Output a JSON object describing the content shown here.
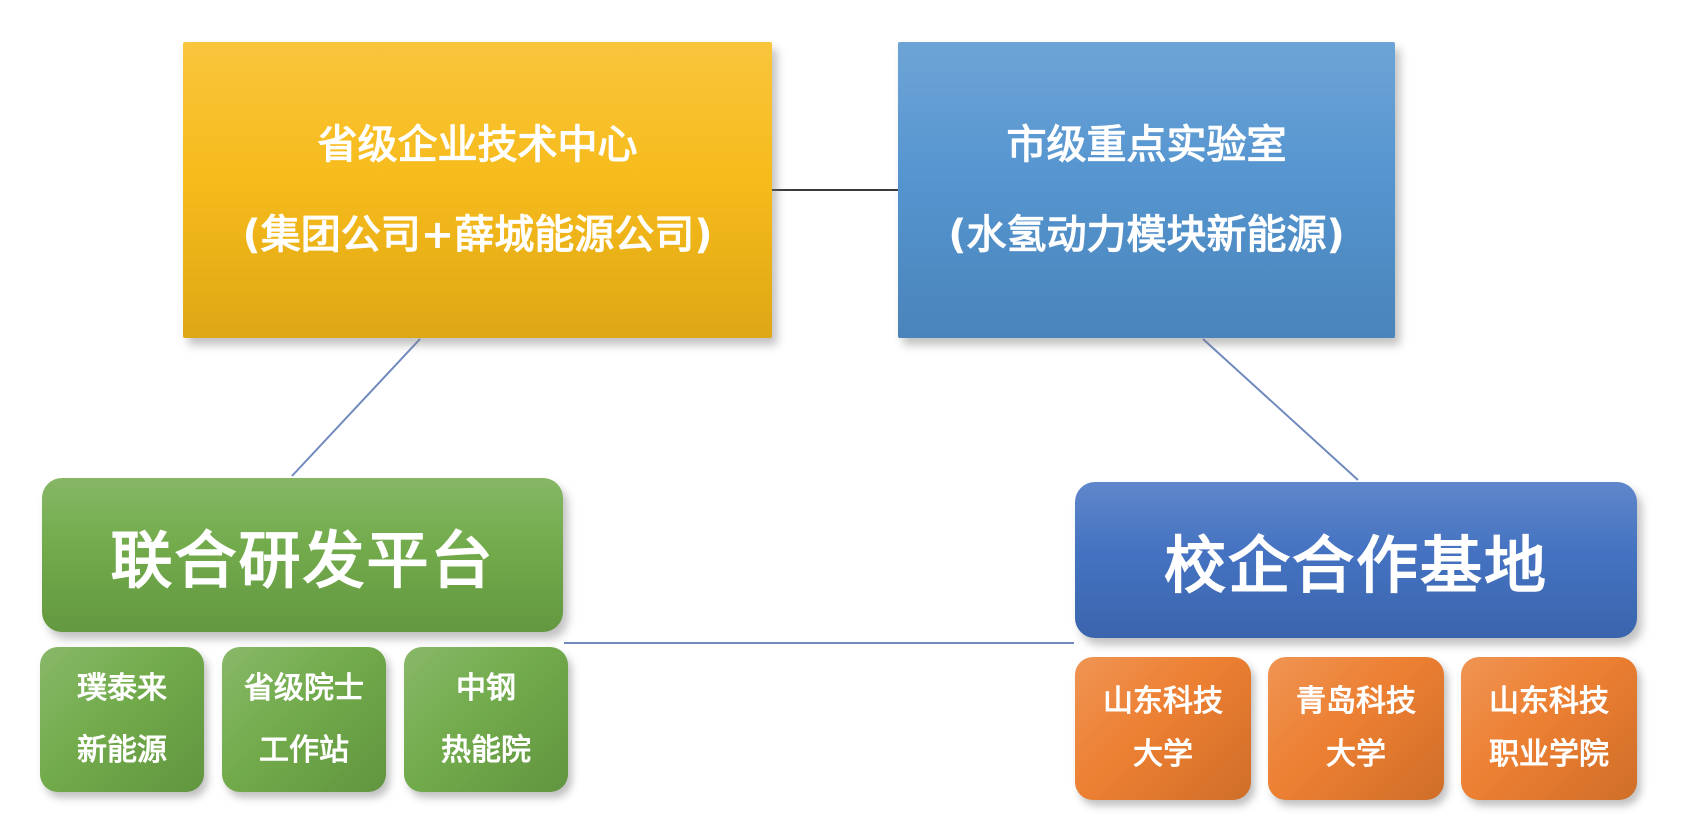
{
  "colors": {
    "gold": "#F7BA17",
    "blue": "#5293CF",
    "green": "#6FA948",
    "dark-blue": "#4170C0",
    "orange": "#EC7D2E",
    "connector-blue": "#7089BE",
    "connector-dark": "#3B3B3B",
    "text": "#FFFFFF"
  },
  "nodes": {
    "provincial_center": {
      "line1": "省级企业技术中心",
      "line2": "(集团公司+薛城能源公司)",
      "color": "#F7BA17"
    },
    "municipal_lab": {
      "line1": "市级重点实验室",
      "line2": "(水氢动力模块新能源)",
      "color": "#5293CF"
    },
    "joint_rd_platform": {
      "label": "联合研发平台",
      "color": "#6FA948"
    },
    "school_enterprise_base": {
      "label": "校企合作基地",
      "color": "#4170C0"
    },
    "left_children": [
      {
        "line1": "璞泰来",
        "line2": "新能源"
      },
      {
        "line1": "省级院士",
        "line2": "工作站"
      },
      {
        "line1": "中钢",
        "line2": "热能院"
      }
    ],
    "right_children": [
      {
        "line1": "山东科技",
        "line2": "大学"
      },
      {
        "line1": "青岛科技",
        "line2": "大学"
      },
      {
        "line1": "山东科技",
        "line2": "职业学院"
      }
    ]
  },
  "connections": [
    {
      "from": "省级企业技术中心",
      "to": "市级重点实验室"
    },
    {
      "from": "省级企业技术中心",
      "to": "联合研发平台"
    },
    {
      "from": "市级重点实验室",
      "to": "校企合作基地"
    },
    {
      "from": "联合研发平台",
      "to": "校企合作基地"
    }
  ]
}
